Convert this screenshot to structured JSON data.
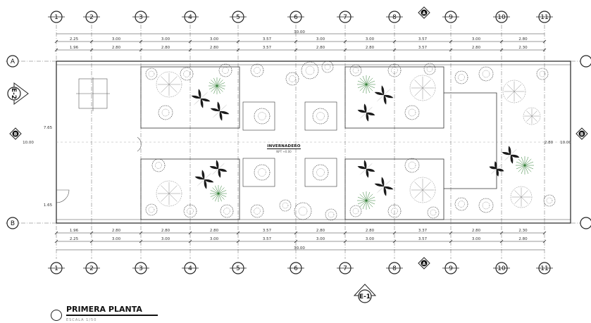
{
  "plan": {
    "grid_columns": [
      "1",
      "2",
      "3",
      "4",
      "5",
      "6",
      "7",
      "8",
      "9",
      "10",
      "11"
    ],
    "grid_rows": [
      "A",
      "B"
    ],
    "top_dims_outer": [
      "2.25",
      "3.00",
      "3.00",
      "3.00",
      "3.57",
      "3.00",
      "3.00",
      "3.57",
      "3.00",
      "2.80"
    ],
    "top_dims_inner": [
      "1.96",
      "2.80",
      "2.80",
      "2.80",
      "3.57",
      "2.80",
      "2.80",
      "3.57",
      "2.80",
      "2.30"
    ],
    "bottom_dims_inner": [
      "1.96",
      "2.80",
      "2.80",
      "2.80",
      "3.57",
      "2.80",
      "2.80",
      "3.37",
      "2.80",
      "2.30"
    ],
    "bottom_dims_outer": [
      "2.25",
      "3.00",
      "3.00",
      "3.00",
      "3.57",
      "3.00",
      "3.00",
      "3.57",
      "3.00",
      "2.80"
    ],
    "total_length_top": "30.00",
    "total_length_bottom": "30.00",
    "left_height_outer": "10.00",
    "left_height_inner": "7.65",
    "left_small_dim": "1.65",
    "right_height_outer": "10.00",
    "right_height_inner": "2.80",
    "room_label": "INVERNADERO",
    "room_sublabel": "NPT +0.00",
    "section_marks": [
      {
        "id": "section-E1",
        "label": "E-1"
      },
      {
        "id": "section-E2",
        "label": "E-2"
      }
    ],
    "north_marker": "A",
    "elevation_marker": "B",
    "title": "PRIMERA PLANTA",
    "scale_text": "ESCALA 1/50",
    "colors": {
      "line": "#222222",
      "grid": "#555555",
      "plant_dark": "#1a1a1a",
      "plant_light": "#8a8a8a",
      "plant_green": "#2f7d32"
    }
  }
}
